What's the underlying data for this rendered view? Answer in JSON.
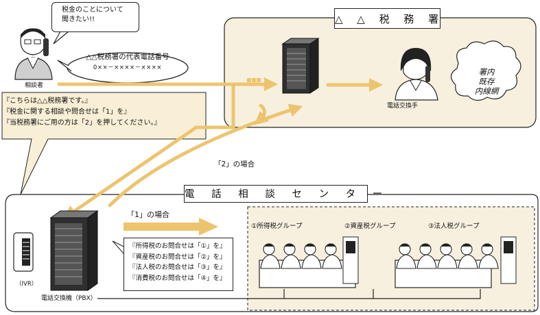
{
  "caller": {
    "label": "相談者",
    "speech": "税金のことについて 聞きたい!!",
    "dial_text": "△△税務署の代表電話番号",
    "dial_number": "0××－××××－××××"
  },
  "tax_office": {
    "title": "△ △ 税 務 署",
    "operator_label": "電話交換手",
    "cloud_text": "署内 既存 内線網"
  },
  "ivr_message": [
    "『こちらは△△税務署です。』",
    "『税金に関する相談や問合せは「1」を』",
    "『当税務署にご用の方は「2」を押してください。』"
  ],
  "branches": {
    "option2": "「2」の場合",
    "option1": "「1」の場合"
  },
  "center": {
    "title": "電 話 相 談 セ ン タ ー",
    "ivr_label": "（IVR）",
    "pbx_label": "電話交換機（PBX）",
    "menu": [
      "『所得税のお問合せは「①」を』",
      "『資産税のお問合せは「②」を』",
      "『法人税のお問合せは「③」を』",
      "『消費税のお問合せは「④」を』"
    ],
    "groups": [
      "①所得税グループ",
      "②資産税グループ",
      "③法人税グループ"
    ]
  },
  "colors": {
    "panel": "#f7f0df",
    "arrow": "#edc46e",
    "ivr_box": "#f8efd6"
  }
}
